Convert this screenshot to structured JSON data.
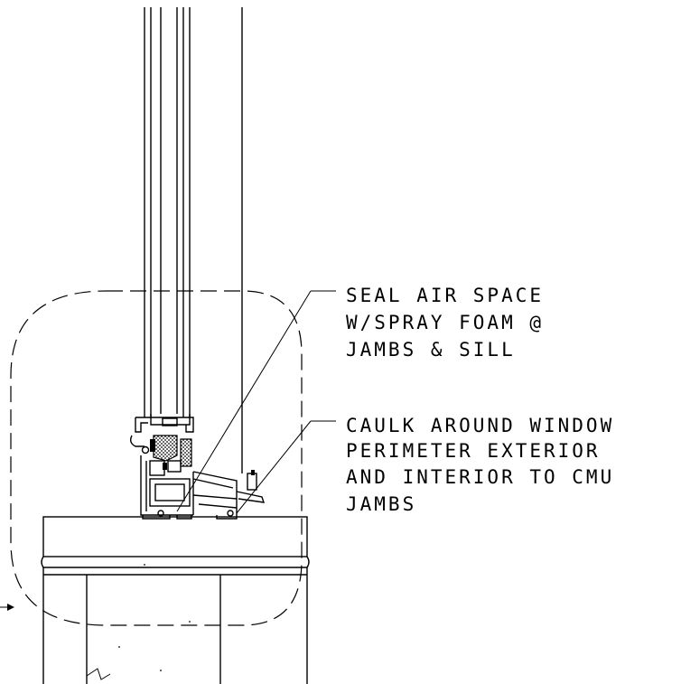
{
  "notes": [
    {
      "id": "seal-air-space",
      "lines": [
        "SEAL AIR SPACE",
        "W/SPRAY FOAM @",
        "JAMBS & SILL"
      ]
    },
    {
      "id": "caulk-around-window",
      "lines": [
        "CAULK AROUND WINDOW",
        "PERIMETER EXTERIOR",
        "AND INTERIOR TO CMU",
        "JAMBS"
      ]
    }
  ],
  "colors": {
    "ink": "#000000",
    "paper": "#ffffff"
  }
}
